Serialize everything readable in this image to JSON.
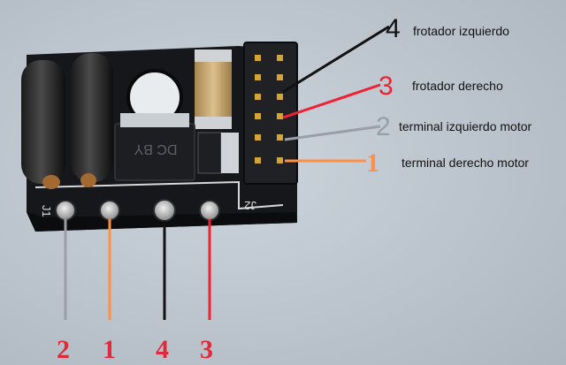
{
  "labels": [
    {
      "number": "4",
      "text": "frotador izquierdo",
      "color": "#111111"
    },
    {
      "number": "3",
      "text": "frotador derecho",
      "color": "#ee2233"
    },
    {
      "number": "2",
      "text": "terminal izquierdo motor",
      "color": "#9a9ea6"
    },
    {
      "number": "1",
      "text": "terminal derecho motor",
      "color": "#ff8f45"
    }
  ],
  "pad_labels": [
    {
      "number": "2",
      "color": "#e0293a"
    },
    {
      "number": "1",
      "color": "#e0293a"
    },
    {
      "number": "4",
      "color": "#e0293a"
    },
    {
      "number": "3",
      "color": "#e0293a"
    }
  ],
  "board_silkscreen": {
    "j1": "J1",
    "j2": "J2",
    "chip": "DC BY"
  },
  "colors": {
    "background": "#c3cbd3",
    "pcb": "#15171a",
    "capacitor": "#b9955c",
    "pins": "#d2a53a"
  }
}
